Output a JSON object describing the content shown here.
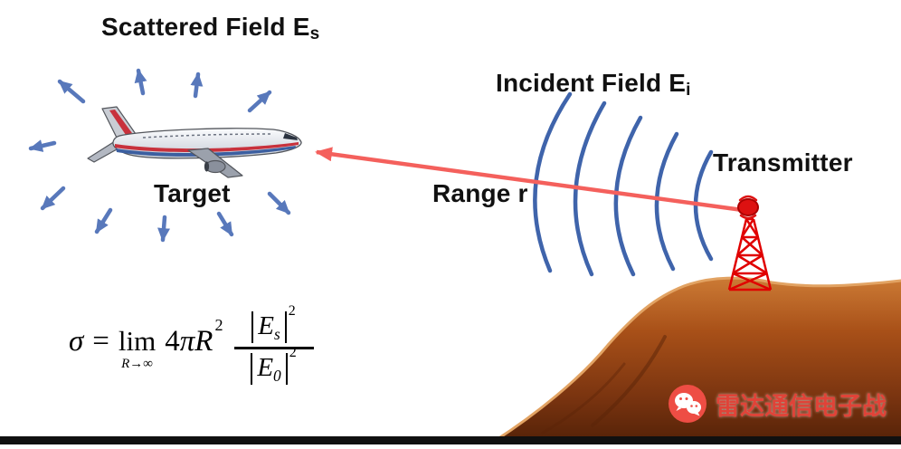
{
  "labels": {
    "scattered_field": {
      "main": "Scattered Field E",
      "sub": "s"
    },
    "incident_field": {
      "main": "Incident Field E",
      "sub": "i"
    },
    "target": "Target",
    "range": "Range r",
    "transmitter": "Transmitter"
  },
  "formula": {
    "sigma": "σ",
    "equals": "=",
    "lim": "lim",
    "lim_sub": "R→∞",
    "coef_pre": "4",
    "coef_var": "πR",
    "coef_exp": "2",
    "num_base": "E",
    "num_sub": "s",
    "num_exp": "2",
    "den_base": "E",
    "den_sub": "0",
    "den_exp": "2"
  },
  "watermark": {
    "text": "雷达通信电子战",
    "icon": "wechat-icon"
  },
  "colors": {
    "scatter_arrow": "#5878bb",
    "wavefront": "#3f64ab",
    "range_line": "#f4605c",
    "tower_red": "#e00000",
    "hill_top": "#cd7c36",
    "hill_bottom": "#4f1f06",
    "watermark_red": "#e04338",
    "label_text": "#111111"
  }
}
